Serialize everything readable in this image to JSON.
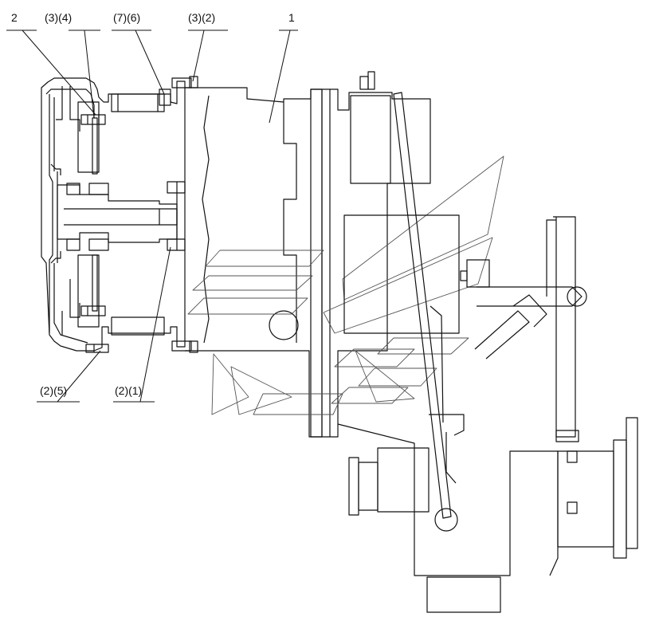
{
  "callouts": [
    {
      "id": "c-2",
      "text": "2"
    },
    {
      "id": "c-3-4",
      "text": "(3)(4)"
    },
    {
      "id": "c-7-6",
      "text": "(7)(6)"
    },
    {
      "id": "c-3-2",
      "text": "(3)(2)"
    },
    {
      "id": "c-1",
      "text": "1"
    },
    {
      "id": "c-2-5",
      "text": "(2)(5)"
    },
    {
      "id": "c-2-1",
      "text": "(2)(1)"
    }
  ],
  "colors": {
    "line": "#111111",
    "background": "#ffffff",
    "watermark": "#555555"
  }
}
